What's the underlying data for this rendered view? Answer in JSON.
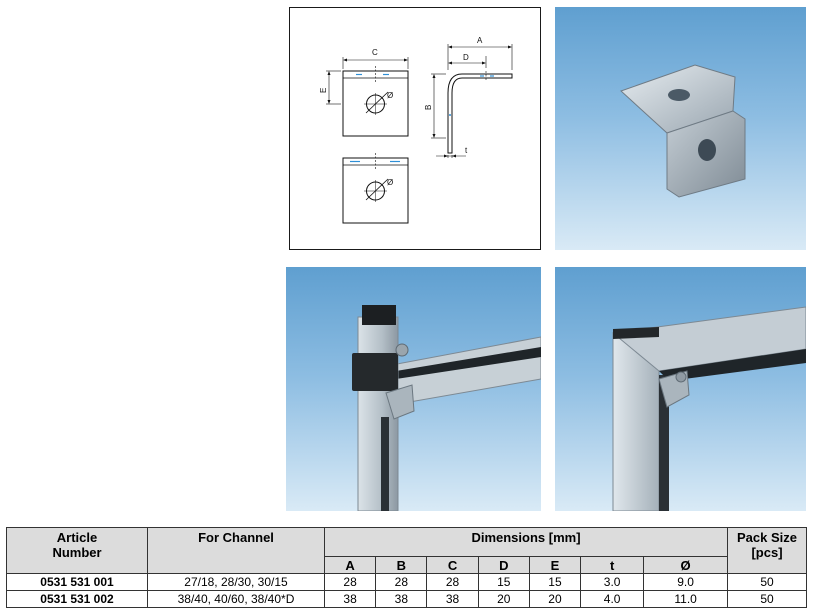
{
  "drawing": {
    "labels": {
      "A": "A",
      "B": "B",
      "C": "C",
      "D": "D",
      "E": "E",
      "t": "t",
      "phi_top": "Ø",
      "phi_bottom": "Ø"
    }
  },
  "table": {
    "headers": {
      "article_line1": "Article",
      "article_line2": "Number",
      "channel": "For Channel",
      "dimensions": "Dimensions [mm]",
      "pack_line1": "Pack Size",
      "pack_line2": "[pcs]",
      "dim_cols": [
        "A",
        "B",
        "C",
        "D",
        "E",
        "t",
        "Ø"
      ]
    },
    "rows": [
      {
        "article": "0531 531 001",
        "channel": "27/18, 28/30, 30/15",
        "dims": [
          "28",
          "28",
          "28",
          "15",
          "15",
          "3.0",
          "9.0"
        ],
        "pack": "50"
      },
      {
        "article": "0531 531 002",
        "channel": "38/40, 40/60, 38/40*D",
        "dims": [
          "38",
          "38",
          "38",
          "20",
          "20",
          "4.0",
          "11.0"
        ],
        "pack": "50"
      }
    ]
  },
  "colors": {
    "sky_top": "#5f9fd0",
    "sky_bottom": "#d9eaf6",
    "header_bg": "#dcdcdc",
    "steel": "#b9c4cc",
    "dim_blue": "#2f8fd6"
  }
}
